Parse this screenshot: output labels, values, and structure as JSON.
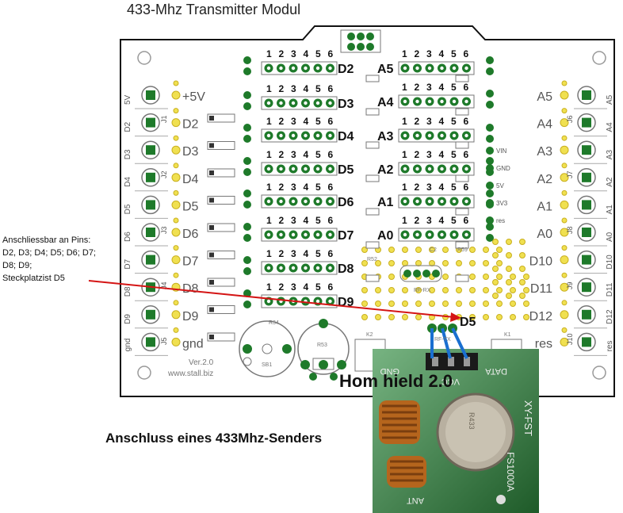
{
  "title": "433-Mhz Transmitter Modul",
  "note_lines": [
    "Anschliessbar an Pins:",
    "D2, D3; D4; D5; D6; D7;",
    "D8; D9;",
    "Steckplatzist  D5"
  ],
  "caption": "Anschluss  eines 433Mhz-Senders",
  "board_title": "Hom          hield 2.0",
  "highlight_pin": "D5",
  "header_numbers": [
    "1",
    "2",
    "3",
    "4",
    "5",
    "6"
  ],
  "center_left_labels": [
    "D2",
    "D3",
    "D4",
    "D5",
    "D6",
    "D7",
    "D8",
    "D9"
  ],
  "center_right_labels": [
    "A5",
    "A4",
    "A3",
    "A2",
    "A1",
    "A0"
  ],
  "left_side_labels": [
    "+5V",
    "D2",
    "D3",
    "D4",
    "D5",
    "D6",
    "D7",
    "D8",
    "D9",
    "gnd"
  ],
  "left_vertical_labels": [
    "5V",
    "D2",
    "D3",
    "D4",
    "D5",
    "D6",
    "D7",
    "D8",
    "D9",
    "gnd"
  ],
  "left_j_labels": [
    "J1",
    "J2",
    "J3",
    "J4",
    "J5"
  ],
  "right_side_labels": [
    "A5",
    "A4",
    "A3",
    "A2",
    "A1",
    "A0",
    "D10",
    "D11",
    "D12",
    "res"
  ],
  "right_vertical_labels": [
    "A5",
    "A4",
    "A3",
    "A2",
    "A1",
    "A0",
    "D10",
    "D11",
    "D12",
    "res"
  ],
  "right_j_labels": [
    "J6",
    "J7",
    "J8",
    "J9",
    "J10"
  ],
  "power_labels": [
    "VIN",
    "GND",
    "5V",
    "3V3",
    "res"
  ],
  "board_misc": {
    "version": "Ver.2.0",
    "website": "www.stall.biz",
    "rf_rx": "RF-RX",
    "rf_tx": "RF-TX",
    "k1": "K1",
    "k2": "K2",
    "sb1": "SB1",
    "r53": "R53",
    "r34": "R34",
    "c2": "C2",
    "r59": "R59",
    "r52": "R52"
  },
  "module": {
    "gnd": "GND",
    "vcc": "VCC",
    "data": "DATA",
    "model": "XY-FST",
    "part": "FS1000A",
    "ant": "ANT",
    "crystal": "R433"
  },
  "colors": {
    "board": "#ffffff",
    "outline": "#111111",
    "pad_green": "#1e7a2a",
    "pad_yellow": "#f0e050",
    "module_green": "#2e8b3e",
    "arrow": "#d41414",
    "wire": "#1a6fd0",
    "silk": "#777777"
  }
}
